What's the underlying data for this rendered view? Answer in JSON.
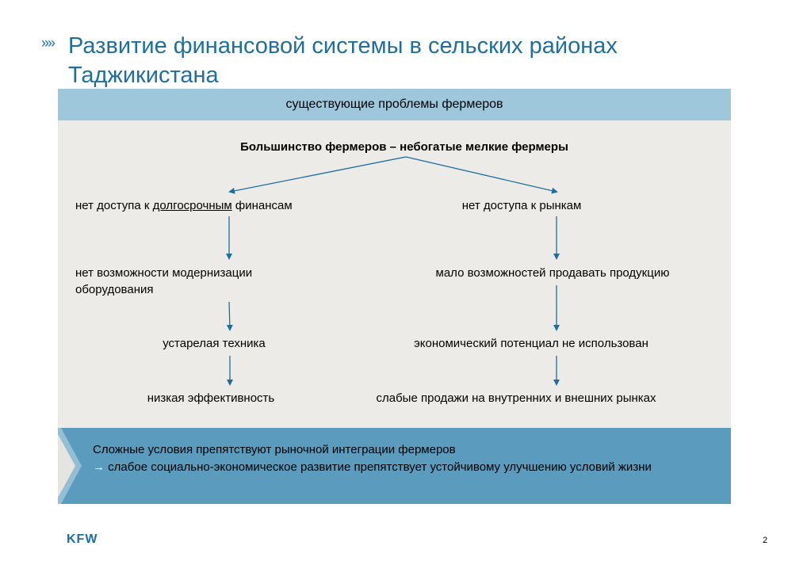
{
  "title": {
    "chevron": "»»",
    "text": "Развитие финансовой системы в сельских районах Таджикистана"
  },
  "header": "существующие проблемы фермеров",
  "root": "Большинство фермеров – небогатые мелкие фермеры",
  "left_branch": {
    "n1_before": "нет доступа к ",
    "n1_underlined": "долгосрочным",
    "n1_after": " финансам",
    "n2": "нет возможности модернизации оборудования",
    "n3": "устарелая техника",
    "n4": "низкая эффективность"
  },
  "right_branch": {
    "n1": "нет доступа к рынкам",
    "n2": "мало возможностей продавать продукцию",
    "n3": "экономический потенциал не использован",
    "n4": "слабые продажи на внутренних и внешних рынках"
  },
  "conclusion": {
    "line1": "Сложные условия препятствуют рыночной интеграции фермеров",
    "arrow": "→",
    "line2": " слабое социально-экономическое развитие препятствует устойчивому улучшению условий жизни"
  },
  "footer": {
    "logo": "KFW",
    "page": "2"
  },
  "colors": {
    "title": "#1f6e9c",
    "header_bar": "#9ec7dc",
    "panel": "#ecebe8",
    "bottom_bar": "#5b9bbd",
    "arrow": "#1f6e9c"
  }
}
